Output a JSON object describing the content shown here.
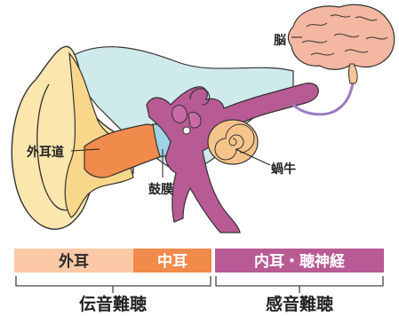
{
  "labels": {
    "brain": "脳",
    "outer_ear_canal": "外耳道",
    "cochlea": "蝸牛",
    "eardrum": "鼓膜"
  },
  "bands": [
    {
      "label": "外耳",
      "color": "#fbc9a6",
      "text_color": "#2a2a2a"
    },
    {
      "label": "中耳",
      "color": "#f08b4b",
      "text_color": "#ffffff"
    },
    {
      "label": "内耳・聴神経",
      "color": "#b85a94",
      "text_color": "#ffffff"
    }
  ],
  "hearing_loss": {
    "conductive": "伝音難聴",
    "sensorineural": "感音難聴"
  },
  "colors": {
    "outer_ear": "#fbe6ae",
    "outer_ear_dark": "#f9d78a",
    "canal": "#f08b4b",
    "inner_ear": "#b85a94",
    "inner_ear_light": "#c96aa5",
    "cochlea": "#f6c48a",
    "bone_bg": "#cfeaea",
    "eardrum": "#9fd3e6",
    "brain": "#f4b7a1",
    "nerve": "#9d79c4"
  }
}
